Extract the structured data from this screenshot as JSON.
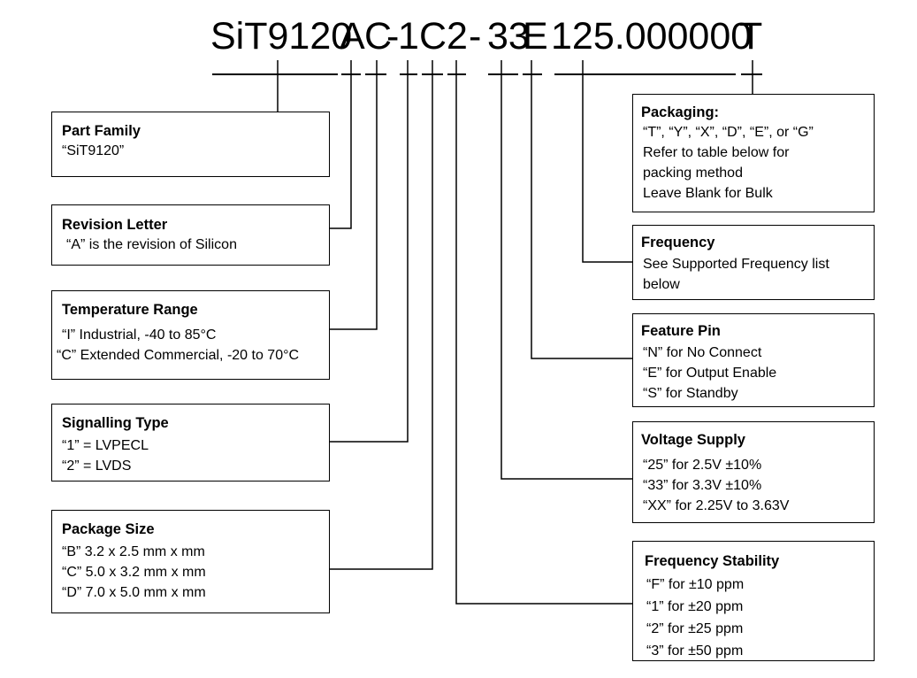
{
  "part_number": {
    "segments": [
      "SiT9120",
      "A",
      "C",
      "-",
      "1",
      "C",
      "2",
      "-",
      "33",
      "E",
      "125.000000",
      "T"
    ]
  },
  "fields": {
    "part_family": {
      "title": "Part Family",
      "lines": [
        "“SiT9120”"
      ]
    },
    "revision_letter": {
      "title": "Revision Letter",
      "lines": [
        "“A” is the revision of Silicon"
      ]
    },
    "temperature_range": {
      "title": "Temperature Range",
      "lines": [
        "“I”   Industrial, -40 to 85°C",
        "“C”   Extended Commercial, -20 to 70°C"
      ]
    },
    "signalling_type": {
      "title": "Signalling Type",
      "lines": [
        "“1” = LVPECL",
        "“2” = LVDS"
      ]
    },
    "package_size": {
      "title": "Package Size",
      "lines": [
        "“B”  3.2 x 2.5  mm x mm",
        "“C”  5.0 x 3.2 mm x mm",
        "“D”  7.0 x 5.0 mm x mm"
      ]
    },
    "packaging": {
      "title": "Packaging:",
      "lines": [
        "“T”, “Y”, “X”, “D”, “E”, or “G”",
        "Refer to table below for",
        "packing method",
        "Leave Blank  for Bulk"
      ]
    },
    "frequency": {
      "title": "Frequency",
      "lines": [
        "See Supported Frequency list",
        "below"
      ]
    },
    "feature_pin": {
      "title": "Feature Pin",
      "lines": [
        "“N” for No Connect",
        "“E” for Output Enable",
        "“S” for Standby"
      ]
    },
    "voltage_supply": {
      "title": "Voltage Supply",
      "lines": [
        "“25” for 2.5V ±10%",
        "“33” for 3.3V ±10%",
        "“XX” for 2.25V to 3.63V"
      ]
    },
    "frequency_stability": {
      "title": "Frequency Stability",
      "lines": [
        "“F” for ±10 ppm",
        "“1” for ±20 ppm",
        "“2” for ±25 ppm",
        "“3” for ±50 ppm"
      ]
    }
  }
}
